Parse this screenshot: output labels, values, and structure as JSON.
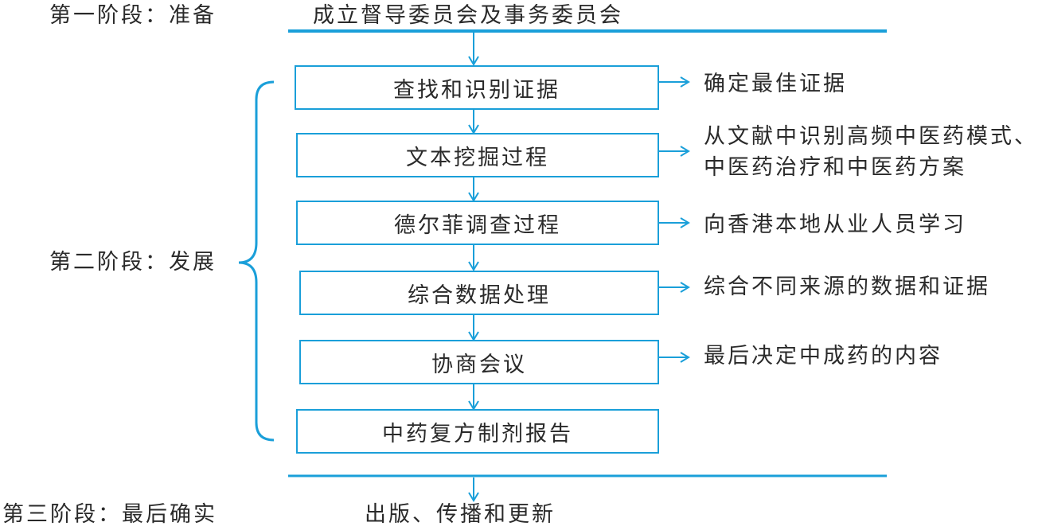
{
  "stage1": {
    "label": "第一阶段：准备",
    "title": "成立督导委员会及事务委员会"
  },
  "stage2": {
    "label": "第二阶段：发展"
  },
  "steps": [
    {
      "box": "查找和识别证据",
      "note_lines": [
        "确定最佳证据"
      ]
    },
    {
      "box": "文本挖掘过程",
      "note_lines": [
        "从文献中识别高频中医药模式、",
        "中医药治疗和中医药方案"
      ]
    },
    {
      "box": "德尔菲调查过程",
      "note_lines": [
        "向香港本地从业人员学习"
      ]
    },
    {
      "box": "综合数据处理",
      "note_lines": [
        "综合不同来源的数据和证据"
      ]
    },
    {
      "box": "协商会议",
      "note_lines": [
        "最后决定中成药的内容"
      ]
    },
    {
      "box": "中药复方制剂报告",
      "note_lines": []
    }
  ],
  "stage3": {
    "label": "第三阶段：最后确实",
    "title": "出版、传播和更新"
  },
  "colors": {
    "accent": "#1a9fd9"
  }
}
